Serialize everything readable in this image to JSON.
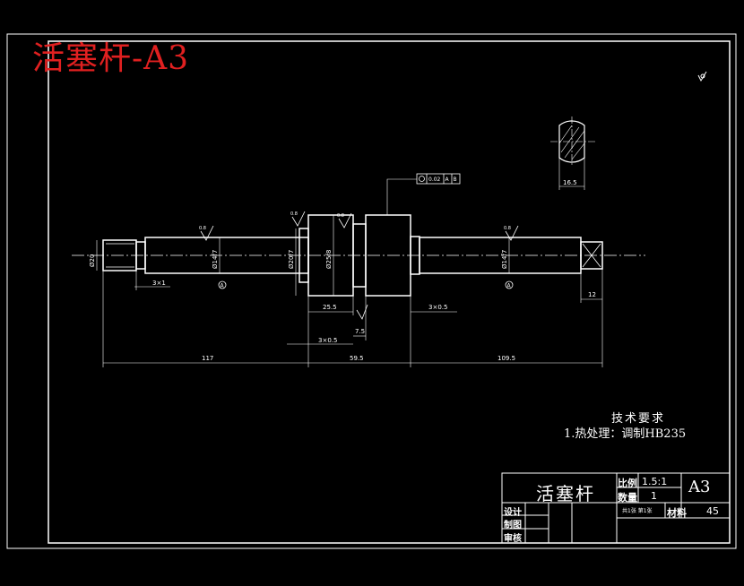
{
  "sheet_title": "活塞杆-A3",
  "tech_requirements": {
    "heading": "技术要求",
    "item1": "1.热处理：调制HB235"
  },
  "title_block": {
    "part_name": "活塞杆",
    "ratio_label": "比例",
    "ratio_value": "1.5:1",
    "qty_label": "数量",
    "qty_value": "1",
    "sheet_size": "A3",
    "material_label": "材料",
    "material_value": "45",
    "designer_label": "设计",
    "drafter_label": "制图",
    "checker_label": "审核",
    "sheet_label": "共1张 第1张"
  },
  "dimensions": {
    "d_left_end": "Ø20",
    "groove_left": "3×1",
    "d_left_shaft": "Ø14f7",
    "d_collar": "Ø20f7",
    "d_piston": "Ø25f8",
    "d_right_shaft": "Ø14f7",
    "len_25_5": "25.5",
    "len_7_5": "7.5",
    "len_groove_mid": "3×0.5",
    "len_groove_right": "3×0.5",
    "len_12": "12",
    "len_117": "117",
    "len_59_5": "59.5",
    "len_109_5": "109.5",
    "len_16_5": "16.5",
    "tolerance": "0.02",
    "datum_a": "A",
    "datum_b": "B",
    "roughness": "0.8",
    "datum_mark": "A"
  }
}
